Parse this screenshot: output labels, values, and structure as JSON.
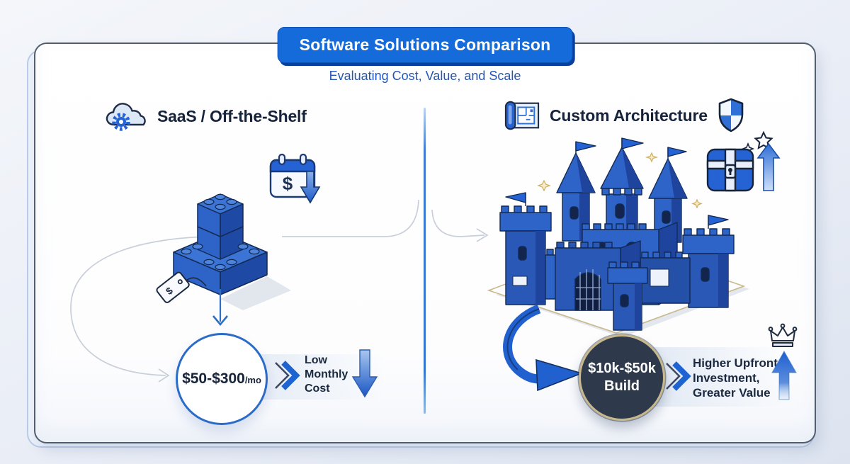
{
  "header": {
    "title": "Software Solutions Comparison",
    "subtitle": "Evaluating Cost, Value, and Scale"
  },
  "left_panel": {
    "heading": "SaaS / Off-the-Shelf",
    "heading_icon": "cloud-gear-icon",
    "illustration": "lego-bricks-illustration",
    "price_circle": {
      "amount": "$50-$300",
      "unit": "/mo"
    },
    "result": {
      "lines": [
        "Low",
        "Monthly",
        "Cost"
      ],
      "trend": "down"
    }
  },
  "right_panel": {
    "heading": "Custom Architecture",
    "heading_icon_left": "blueprint-icon",
    "heading_icon_right": "shield-icon",
    "illustration": "castle-illustration",
    "price_circle": {
      "amount": "$10k-$50k",
      "label": "Build"
    },
    "result": {
      "lines": [
        "Higher Upfront",
        "Investment,",
        "Greater Value"
      ],
      "trend": "up"
    }
  },
  "symbols": {
    "tag_dollar": "$",
    "calendar_dollar": "$"
  },
  "icons": [
    "cloud-gear-icon",
    "blueprint-icon",
    "shield-icon",
    "calendar-dollar-icon",
    "price-tag-icon",
    "treasure-chest-icon",
    "star-icon",
    "sparkle-icon",
    "crown-icon",
    "double-chevron-right-icon",
    "down-arrow-icon",
    "up-arrow-icon",
    "curved-arrow-icon",
    "flag-icon"
  ],
  "colors": {
    "accent_blue": "#146bd9",
    "banner_shadow": "#0a3f9c",
    "subtitle_blue": "#2456b5",
    "navy_text": "#16233a",
    "illustration_blue": "#2e63c8",
    "illustration_dark_blue": "#1f449e",
    "divider_blue": "#3376cf",
    "price_circle_border": "#2a6cc8",
    "dark_circle_fill": "#2e3a4c",
    "dark_circle_border": "#c8b98c",
    "gold_accent": "#c9b98a"
  }
}
